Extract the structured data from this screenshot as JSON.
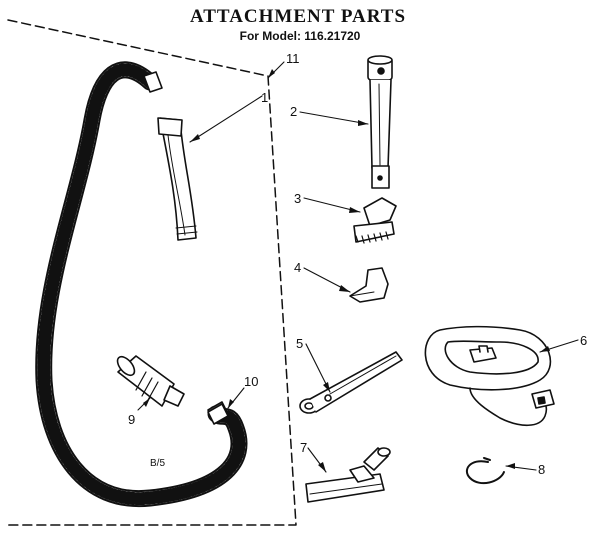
{
  "header": {
    "title": "ATTACHMENT PARTS",
    "subtitle": "For Model: 116.21720"
  },
  "callouts": {
    "c1": "1",
    "c2": "2",
    "c3": "3",
    "c4": "4",
    "c5": "5",
    "c6": "6",
    "c7": "7",
    "c8": "8",
    "c9": "9",
    "c10": "10",
    "c11": "11"
  },
  "diagram_code": "B/5"
}
